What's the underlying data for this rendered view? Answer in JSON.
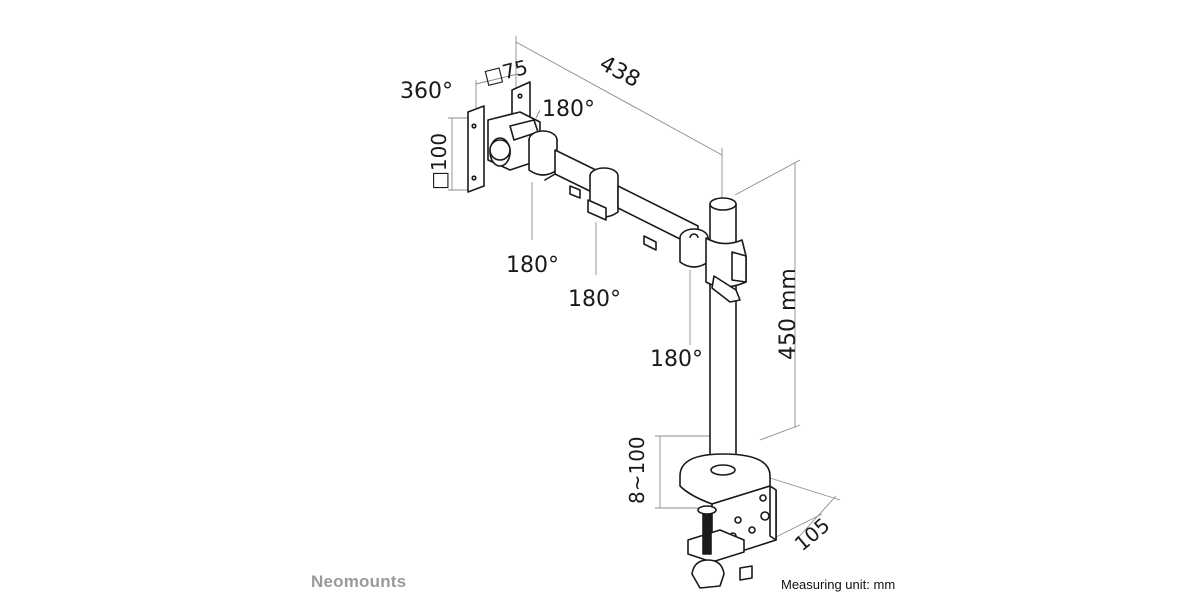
{
  "brand": {
    "name": "Neomounts"
  },
  "footer": {
    "unit_note": "Measuring unit: mm"
  },
  "labels": {
    "plate_rotation": "360°",
    "vesa_small": "□75",
    "vesa_large": "□100",
    "arm_length": "438",
    "tilt_top": "180°",
    "joint_1": "180°",
    "joint_2": "180°",
    "joint_3": "180°",
    "pole_height": "450 mm",
    "desk_range": "8~100",
    "clamp_depth": "105"
  },
  "colors": {
    "line": "#1a1a1a",
    "dim_line": "#8c8c8c",
    "fill": "#ffffff",
    "brand": "#9a9a9a"
  }
}
